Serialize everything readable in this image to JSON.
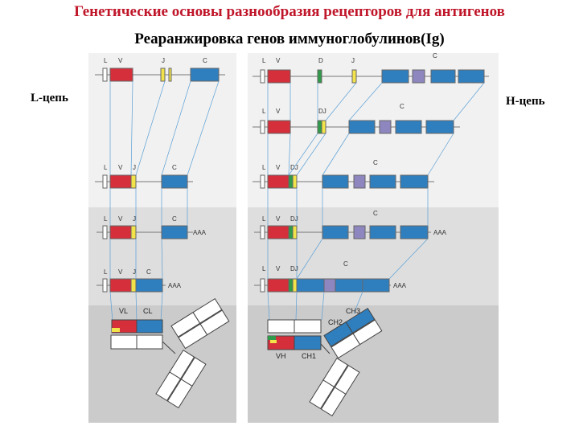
{
  "title": {
    "line1": "Генетические основы разнообразия рецепторов для антигенов",
    "line2": "Реаранжировка генов иммуноглобулинов(Ig)"
  },
  "labels": {
    "l_chain": "L-цепь",
    "h_chain": "H-цепь"
  },
  "light_chain": {
    "rows": [
      {
        "segments": [
          "L",
          "V",
          "J",
          "C"
        ]
      },
      {
        "segments": [
          "L",
          "V",
          "J",
          "C"
        ]
      },
      {
        "segments": [
          "L",
          "V",
          "J",
          "C"
        ],
        "tail": "AAA"
      },
      {
        "segments": [
          "L",
          "V",
          "J",
          "C"
        ],
        "tail": "AAA"
      }
    ],
    "domains": [
      "VL",
      "CL"
    ]
  },
  "heavy_chain": {
    "rows": [
      {
        "segments": [
          "L",
          "V",
          "D",
          "J",
          "C"
        ]
      },
      {
        "segments": [
          "L",
          "V",
          "DJ",
          "C"
        ]
      },
      {
        "segments": [
          "L",
          "V",
          "DJ",
          "C"
        ]
      },
      {
        "segments": [
          "L",
          "V",
          "DJ",
          "C"
        ],
        "tail": "AAA"
      },
      {
        "segments": [
          "L",
          "V",
          "DJ",
          "C"
        ],
        "tail": "AAA"
      }
    ],
    "domains": [
      "VH",
      "CH1",
      "CH2",
      "CH3"
    ]
  },
  "colors": {
    "title": "#c0162a",
    "v_segment": "#d42f3a",
    "j_segment": "#f2e34a",
    "d_segment": "#2f9a4a",
    "c_segment": "#2f7fbf",
    "hinge": "#8d86bf",
    "panel_top": "#ececec",
    "panel_mid": "#dcdcdc",
    "panel_bottom": "#c9c9c9"
  }
}
